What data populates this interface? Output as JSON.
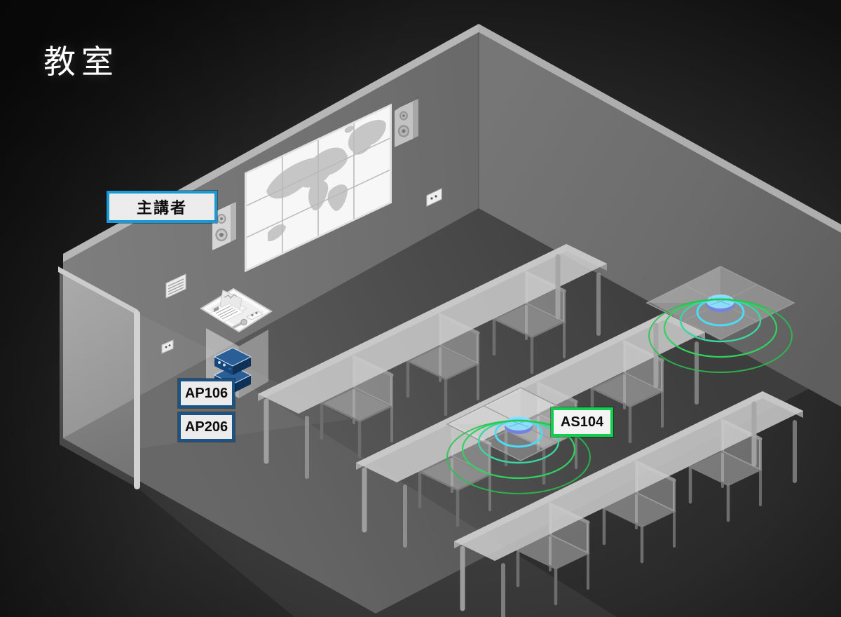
{
  "title": "教室",
  "labels": {
    "presenter": "主講者",
    "ap106": "AP106",
    "ap206": "AP206",
    "as104": "AS104"
  },
  "colors": {
    "presenter_label_border": "#1899d8",
    "ap_label_border": "#1b5385",
    "as_label_border": "#0ed04d",
    "ceiling_speaker_disc": "#8edcf8",
    "ripple_cyan": "#4ed9f4",
    "ripple_green": "#2fd45f",
    "rack_device_blue": "#16477a",
    "wall_gray": "#737373",
    "floor_gray": "#4f4f4f"
  },
  "devices": {
    "rack_units": [
      "AP106",
      "AP206"
    ],
    "ceiling_speakers": [
      "AS104"
    ]
  }
}
